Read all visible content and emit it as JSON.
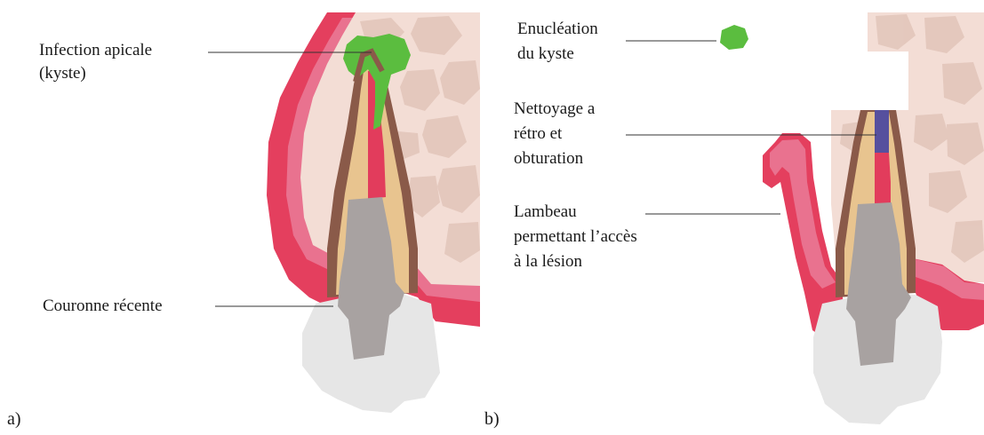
{
  "panels": {
    "a": {
      "letter": "a)",
      "labels": {
        "infection_line1": "Infection apicale",
        "infection_line2": "(kyste)",
        "crown": "Couronne récente"
      }
    },
    "b": {
      "letter": "b)",
      "labels": {
        "enucleation_line1": "Enucléation",
        "enucleation_line2": "du kyste",
        "cleaning_line1": "Nettoyage a",
        "cleaning_line2": "rétro et",
        "cleaning_line3": "obturation",
        "flap_line1": "Lambeau",
        "flap_line2": "permettant l’accès",
        "flap_line3": "à la lésion"
      }
    }
  },
  "colors": {
    "bone": "#f3ddd5",
    "bone_cells": "#dfc1b5",
    "gum_pink": "#e9728f",
    "gum_red": "#e43f5e",
    "dentin": "#e8c48f",
    "root_outline": "#8a5a49",
    "pulp": "#e23c5c",
    "core": "#a8a2a1",
    "crown": "#e6e6e6",
    "cyst": "#5bbd3f",
    "filling": "#56509e"
  }
}
